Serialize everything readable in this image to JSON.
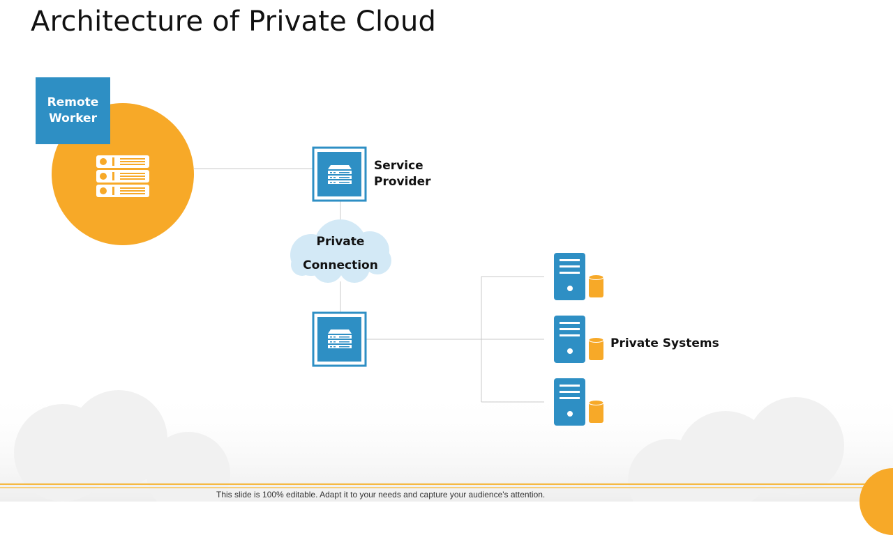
{
  "slide": {
    "title": "Architecture of Private Cloud",
    "footer": "This slide is 100% editable. Adapt it to your needs and capture your audience's attention."
  },
  "nodes": {
    "remote_worker": {
      "line1": "Remote",
      "line2": "Worker",
      "icon": "server-rack-icon"
    },
    "service_provider": {
      "line1": "Service",
      "line2": "Provider",
      "icon": "server-icon"
    },
    "private_connection": {
      "line1": "Private",
      "line2": "Connection",
      "icon": "cloud-icon"
    },
    "gateway": {
      "icon": "server-icon"
    },
    "private_systems": {
      "label": "Private Systems",
      "icon": "server-tower-database-icon",
      "count": 3
    }
  },
  "colors": {
    "blue": "#2e8fc4",
    "orange": "#f7a928",
    "cloud": "#d3e9f6",
    "connector": "#c8c8c8"
  }
}
